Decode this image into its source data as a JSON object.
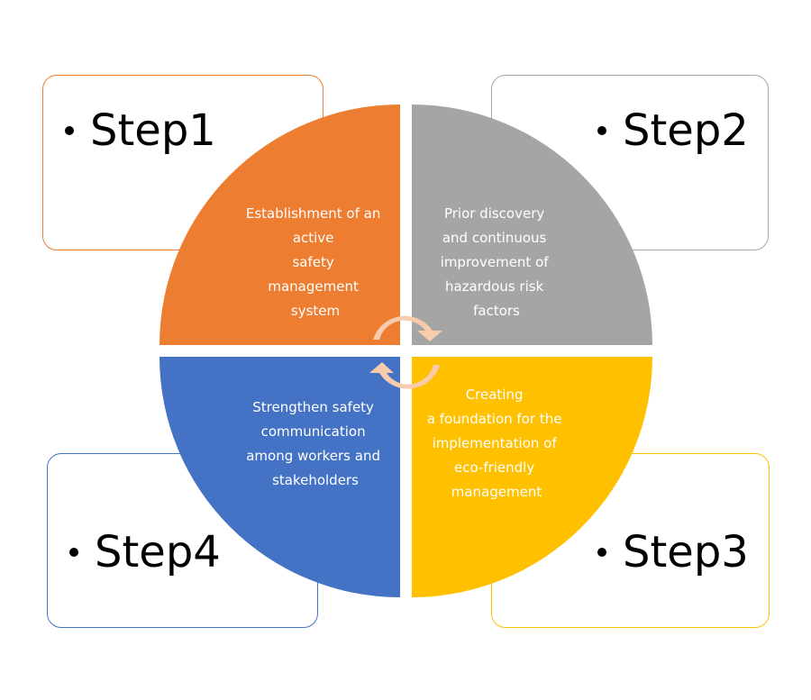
{
  "colors": {
    "step1": "#ed7d31",
    "step2": "#a5a5a5",
    "step3": "#ffc000",
    "step4": "#4472c4",
    "arrow": "#f8cbad"
  },
  "icons": [
    "cycle-arrow-icon"
  ],
  "steps": [
    {
      "label": "Step1",
      "lines": [
        "Establishment of an",
        "active",
        "safety",
        "management",
        "system"
      ]
    },
    {
      "label": "Step2",
      "lines": [
        "Prior discovery",
        "and continuous",
        "improvement of",
        "hazardous risk",
        "factors"
      ]
    },
    {
      "label": "Step3",
      "lines": [
        "Creating",
        "a foundation for the",
        "implementation of",
        "eco-friendly",
        "management"
      ]
    },
    {
      "label": "Step4",
      "lines": [
        "Strengthen safety",
        "communication",
        "among workers and",
        "stakeholders"
      ]
    }
  ]
}
